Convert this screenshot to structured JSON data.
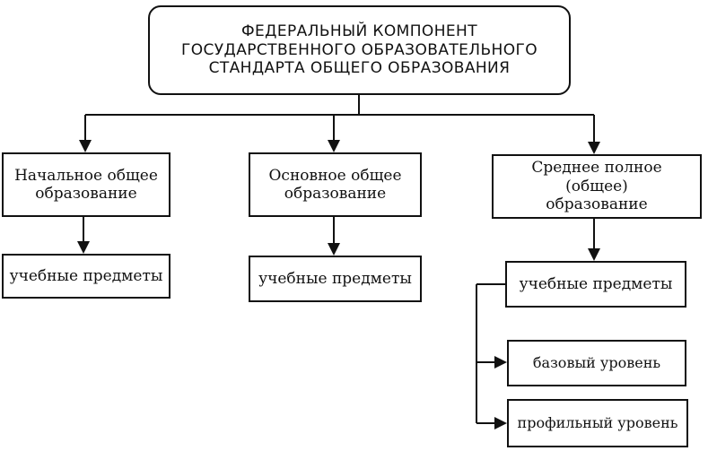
{
  "title": {
    "text": "ФЕДЕРАЛЬНЫЙ КОМПОНЕНТ\nГОСУДАРСТВЕННОГО ОБРАЗОВАТЕЛЬНОГО\nСТАНДАРТА ОБЩЕГО ОБРАЗОВАНИЯ"
  },
  "levels": [
    {
      "label": "Начальное общее\nобразование",
      "subjects": "учебные предметы"
    },
    {
      "label": "Основное общее\nобразование",
      "subjects": "учебные предметы"
    },
    {
      "label": "Среднее полное (общее)\nобразование",
      "subjects": "учебные предметы"
    }
  ],
  "tiers": [
    {
      "label": "базовый уровень"
    },
    {
      "label": "профильный уровень"
    }
  ],
  "colors": {
    "line": "#111111",
    "background": "#ffffff"
  }
}
